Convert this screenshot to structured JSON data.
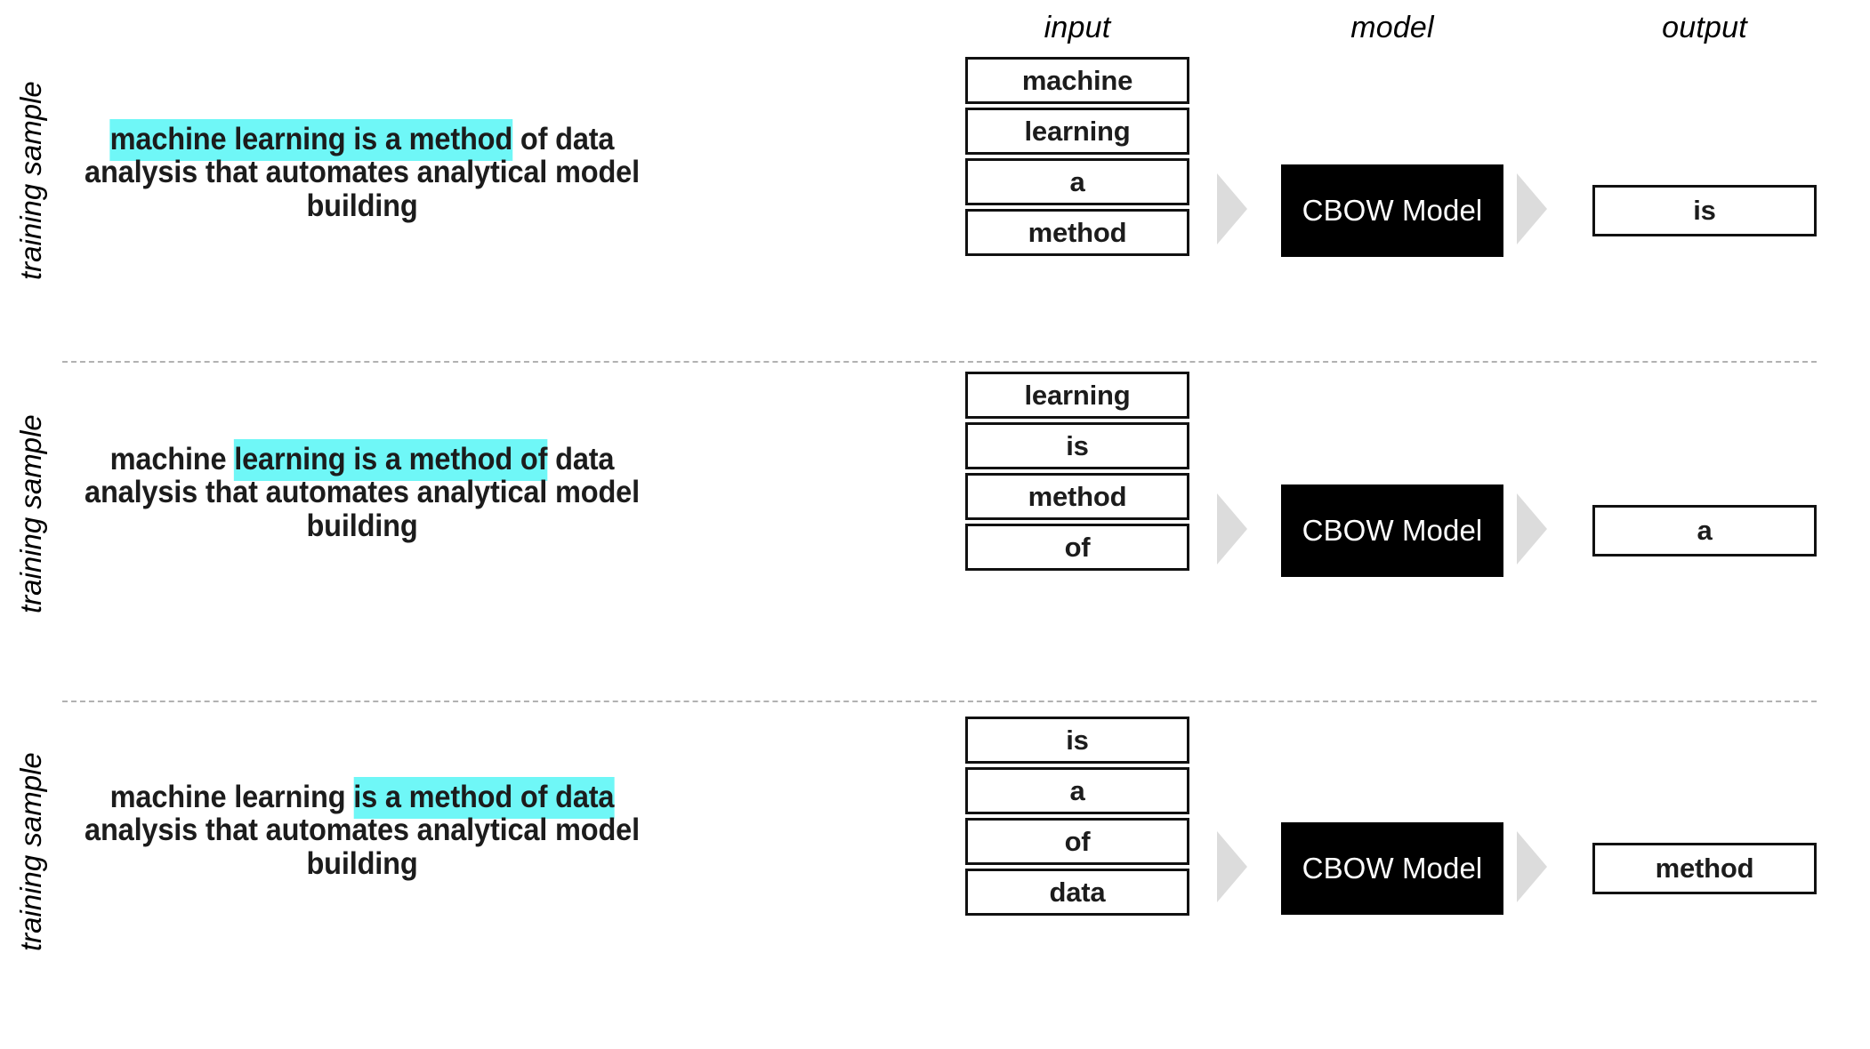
{
  "headers": {
    "input": "input",
    "model": "model",
    "output": "output"
  },
  "colors": {
    "highlight": "#6FF7F7",
    "model_box_bg": "#000000",
    "model_box_text": "#FFFFFF",
    "arrow": "#DCDCDC",
    "divider": "#B2B2B2",
    "box_border": "#111111",
    "text": "#1C1C1C"
  },
  "sentence_full": "machine learning is a method of data analysis that automates analytical model building",
  "rows": [
    {
      "label": "training sample",
      "sentence": {
        "pre": "",
        "highlight": "machine learning is a method",
        "post": " of data analysis that automates analytical model building"
      },
      "inputs": [
        "machine",
        "learning",
        "a",
        "method"
      ],
      "model": "CBOW Model",
      "output": "is"
    },
    {
      "label": "training sample",
      "sentence": {
        "pre": "machine ",
        "highlight": "learning is a method of",
        "post": " data analysis that automates analytical model building"
      },
      "inputs": [
        "learning",
        "is",
        "method",
        "of"
      ],
      "model": "CBOW Model",
      "output": "a"
    },
    {
      "label": "training sample",
      "sentence": {
        "pre": "machine learning ",
        "highlight": "is a method of data",
        "post": " analysis that automates analytical model building"
      },
      "inputs": [
        "is",
        "a",
        "of",
        "data"
      ],
      "model": "CBOW Model",
      "output": "method"
    }
  ]
}
